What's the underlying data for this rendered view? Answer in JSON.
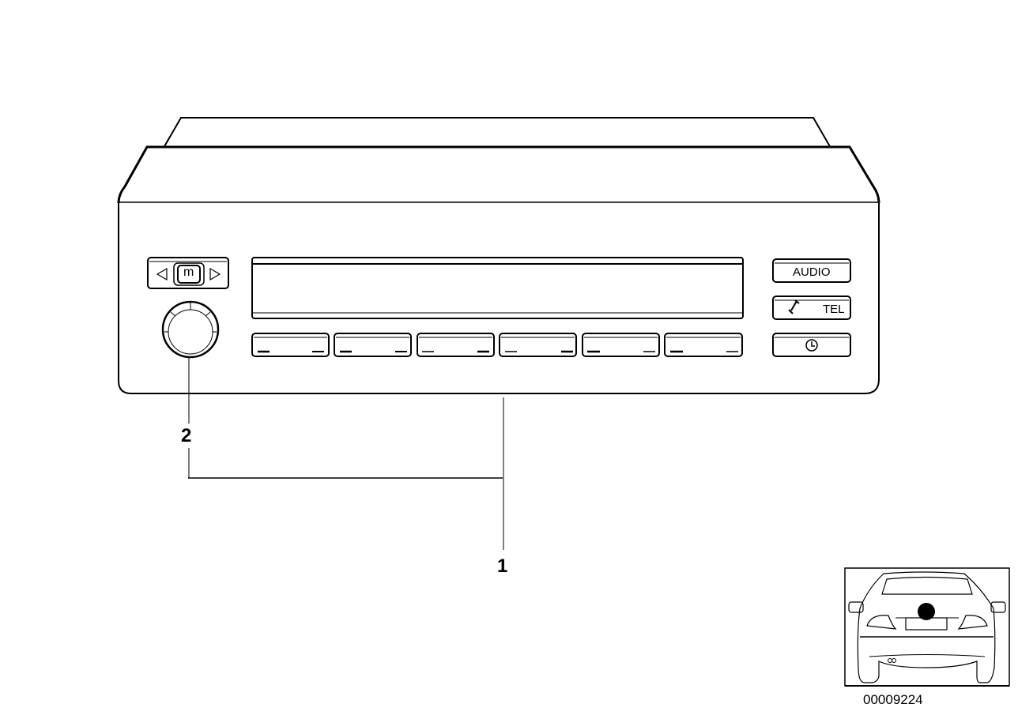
{
  "diagram": {
    "type": "exploded-parts-diagram",
    "subject": "radio / on-board monitor control panel",
    "callouts": [
      {
        "id": "1",
        "label": "1",
        "points_to": "control panel assembly"
      },
      {
        "id": "2",
        "label": "2",
        "points_to": "rotary knob"
      }
    ],
    "reference_code": "00009224"
  },
  "panel": {
    "left_controls": {
      "mode_button": {
        "label": "m",
        "left_arrow": "◁",
        "right_arrow": "▷"
      },
      "knob": "rotary-knob"
    },
    "display": "lcd-display",
    "soft_keys": [
      {
        "index": 1,
        "label": ""
      },
      {
        "index": 2,
        "label": ""
      },
      {
        "index": 3,
        "label": ""
      },
      {
        "index": 4,
        "label": ""
      },
      {
        "index": 5,
        "label": ""
      },
      {
        "index": 6,
        "label": ""
      }
    ],
    "right_buttons": [
      {
        "label": "AUDIO",
        "icon": ""
      },
      {
        "label": "TEL",
        "icon": "phone-handset-icon"
      },
      {
        "label": "",
        "icon": "clock-icon"
      }
    ]
  },
  "locator": {
    "view": "vehicle rear view",
    "marker": "location-dot"
  },
  "colors": {
    "line": "#000000",
    "background": "#ffffff"
  }
}
